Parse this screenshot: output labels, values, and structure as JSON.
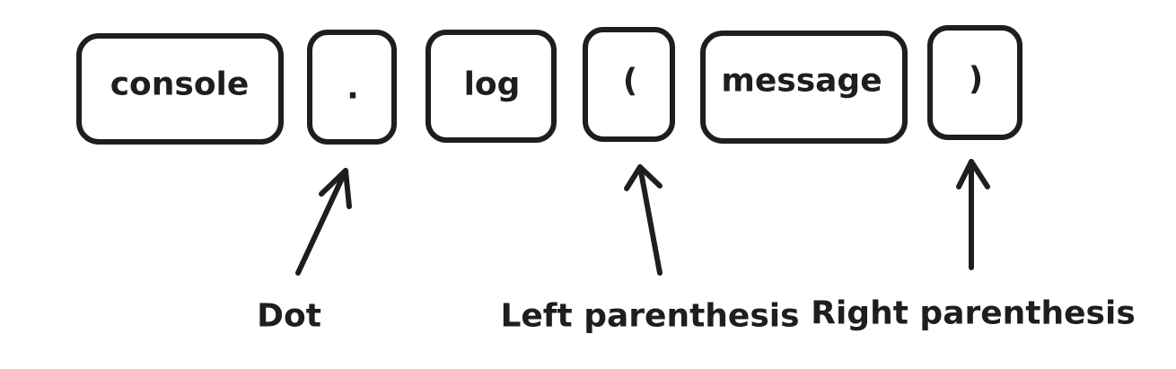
{
  "tokens": [
    {
      "id": "console",
      "label": "console"
    },
    {
      "id": "dot",
      "label": "."
    },
    {
      "id": "log",
      "label": "log"
    },
    {
      "id": "left-paren",
      "label": "("
    },
    {
      "id": "message",
      "label": "message"
    },
    {
      "id": "right-paren",
      "label": ")"
    }
  ],
  "callouts": [
    {
      "id": "dot",
      "label": "Dot",
      "target": "dot"
    },
    {
      "id": "left-parenthesis",
      "label": "Left parenthesis",
      "target": "left-paren"
    },
    {
      "id": "right-parenthesis",
      "label": "Right parenthesis",
      "target": "right-paren"
    }
  ],
  "colors": {
    "ink": "#1e1e1e",
    "background": "#ffffff"
  }
}
